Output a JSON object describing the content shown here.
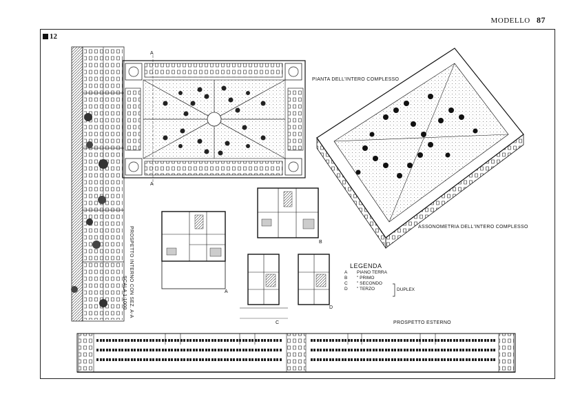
{
  "header": {
    "title": "MODELLO",
    "page_number": "87"
  },
  "figure_number": "12",
  "labels": {
    "plan": "PIANTA DELL'INTERO COMPLESSO",
    "axonometry": "ASSONOMETRIA DELL'INTERO COMPLESSO",
    "internal_elevation": "PROSPETTO INTERNO CON SEZ. A-A",
    "scale": "SCALA 1:1000",
    "external_elevation": "PROSPETTO ESTERNO",
    "section_marker": "A",
    "unit_a": "A",
    "unit_b": "B",
    "unit_c": "C",
    "unit_d": "D"
  },
  "legend": {
    "title": "LEGENDA",
    "items": [
      {
        "key": "A",
        "label": "PIANO TERRA"
      },
      {
        "key": "B",
        "label": "\" PRIMO"
      },
      {
        "key": "C",
        "label": "\" SECONDO"
      },
      {
        "key": "D",
        "label": "\" TERZO"
      }
    ],
    "group_label": "DUPLEX"
  }
}
